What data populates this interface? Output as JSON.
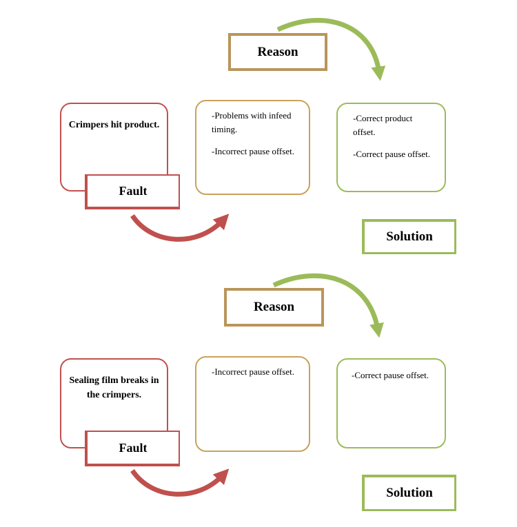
{
  "colors": {
    "fault": "#c0504d",
    "reason": "#c9a15a",
    "reason_tag": "#b9955a",
    "solution": "#9bbb59"
  },
  "diagrams": [
    {
      "reason_label": "Reason",
      "fault_label": "Fault",
      "solution_label": "Solution",
      "fault_text": "Crimpers hit product.",
      "reasons": [
        "-Problems with infeed timing.",
        "-Incorrect pause offset."
      ],
      "solutions": [
        "-Correct product offset.",
        "-Correct pause offset."
      ]
    },
    {
      "reason_label": "Reason",
      "fault_label": "Fault",
      "solution_label": "Solution",
      "fault_text": "Sealing film breaks in the crimpers.",
      "reasons": [
        "-Incorrect pause offset."
      ],
      "solutions": [
        "-Correct pause offset."
      ]
    }
  ]
}
